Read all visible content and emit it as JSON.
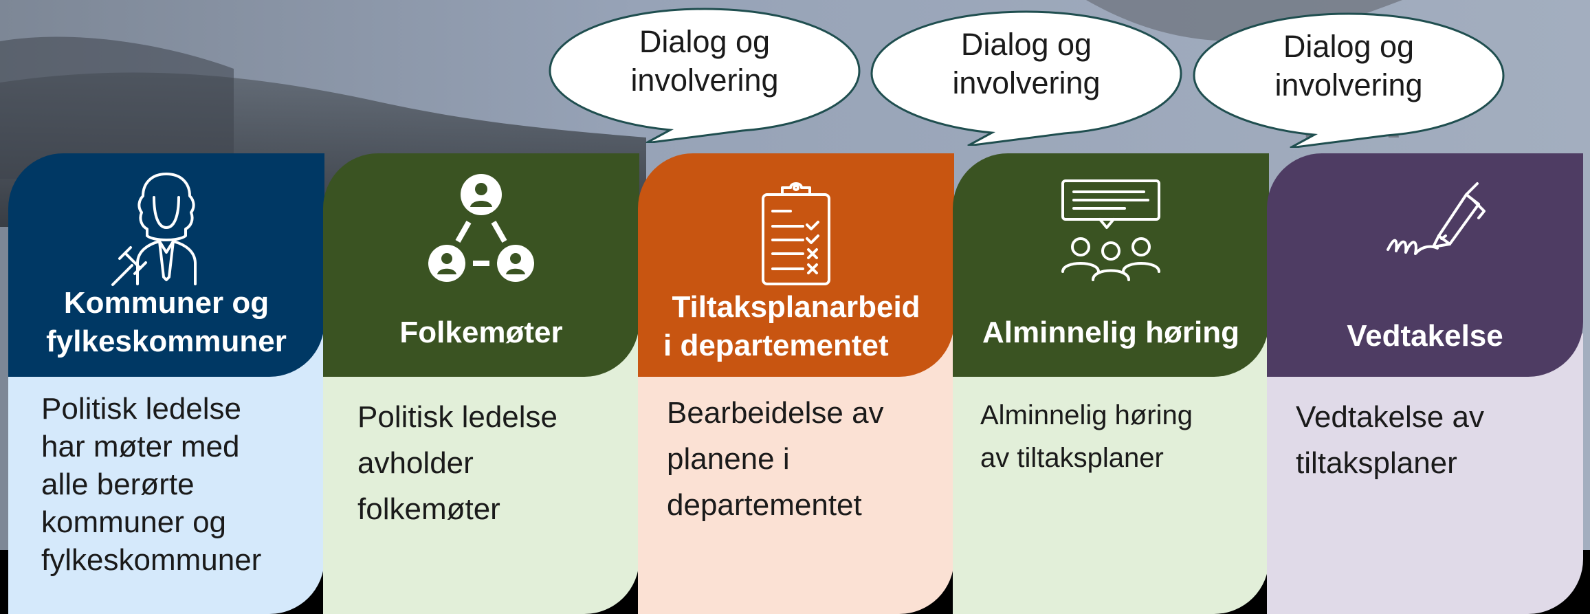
{
  "colors": {
    "navy": "#003864",
    "green": "#3a5322",
    "orange": "#c85511",
    "purple": "#4e3c63",
    "light_blue": "#d5e9fb",
    "light_green": "#e2efd9",
    "light_orange": "#fbe1d4",
    "light_purple": "#e0dae8"
  },
  "bubbles": [
    {
      "line1": "Dialog og",
      "line2": "involvering"
    },
    {
      "line1": "Dialog og",
      "line2": "involvering"
    },
    {
      "line1": "Dialog og",
      "line2": "involvering"
    }
  ],
  "steps": [
    {
      "icon": "judge-icon",
      "title_lines": [
        "Kommuner og",
        "fylkeskommuner"
      ],
      "body_lines": [
        "Politisk ledelse",
        "har møter med",
        "alle berørte",
        "kommuner og",
        "fylkeskommuner"
      ]
    },
    {
      "icon": "people-network-icon",
      "title_lines": [
        "Folkemøter"
      ],
      "body_lines": [
        "Politisk ledelse",
        "avholder",
        "folkemøter"
      ]
    },
    {
      "icon": "clipboard-checklist-icon",
      "title_lines": [
        "Tiltaksplanarbeid",
        "i departementet"
      ],
      "body_lines": [
        "Bearbeidelse av",
        "planene i",
        "departementet"
      ]
    },
    {
      "icon": "meeting-presentation-icon",
      "title_lines": [
        "Alminnelig høring"
      ],
      "body_lines": [
        "Alminnelig høring",
        "av tiltaksplaner"
      ]
    },
    {
      "icon": "fountain-pen-signature-icon",
      "title_lines": [
        "Vedtakelse"
      ],
      "body_lines": [
        "Vedtakelse av",
        "tiltaksplaner"
      ]
    }
  ]
}
